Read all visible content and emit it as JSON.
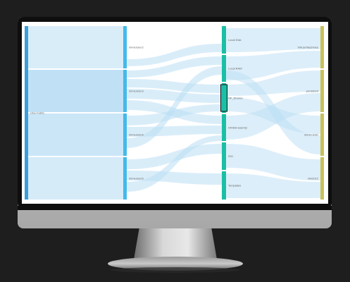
{
  "diagram": {
    "type": "sankey",
    "columns": [
      {
        "nodes": [
          {
            "id": "hive-fabric",
            "label": "Hive Fabric",
            "color": "#3a9fdb"
          }
        ]
      },
      {
        "nodes": [
          {
            "id": "immersion2",
            "label": "immersion2",
            "color": "#45b9ea"
          },
          {
            "id": "immersion3",
            "label": "immersion3",
            "color": "#45b9ea"
          },
          {
            "id": "immersion4",
            "label": "immersion4",
            "color": "#45b9ea"
          },
          {
            "id": "immersion5",
            "label": "immersion5",
            "color": "#45b9ea"
          }
        ]
      },
      {
        "nodes": [
          {
            "id": "local-disk",
            "label": "Local Disk",
            "color": "#1bbfa6"
          },
          {
            "id": "local-ram",
            "label": "Local RAM",
            "color": "#1bbfa6"
          },
          {
            "id": "hf-shared",
            "label": "HF_Shared",
            "color": "#1bbfa6",
            "selected": true
          },
          {
            "id": "hive-wasmq",
            "label": "HIVEB-wasmQ",
            "color": "#1bbfa6"
          },
          {
            "id": "iso",
            "label": "ISO",
            "color": "#1bbfa6"
          },
          {
            "id": "templates",
            "label": "Templates",
            "color": "#1bbfa6"
          }
        ]
      },
      {
        "nodes": [
          {
            "id": "virtual-machines",
            "label": "Virtual Machines",
            "color": "#c9c05a"
          },
          {
            "id": "persistent",
            "label": "persistent",
            "color": "#c9c05a"
          },
          {
            "id": "win10-ssd",
            "label": "win10-SSD",
            "color": "#c9c05a"
          },
          {
            "id": "win2012",
            "label": "win2012",
            "color": "#c9c05a"
          }
        ]
      }
    ],
    "link_color": "#b9def4"
  }
}
